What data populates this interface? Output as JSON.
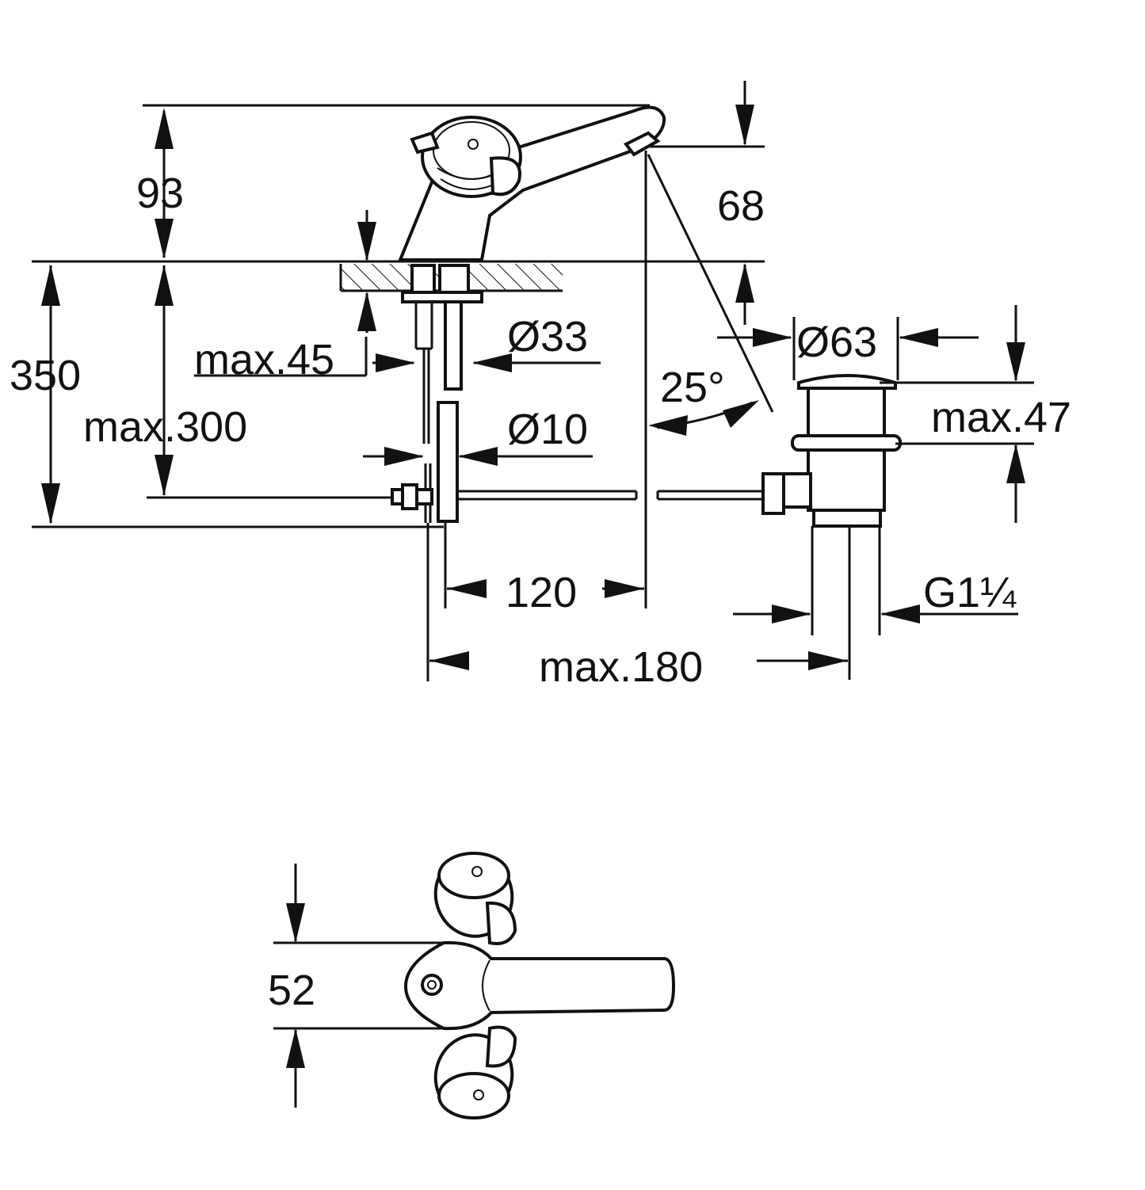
{
  "side_view": {
    "dim_spout_height": "93",
    "dim_spout_reach_height": "68",
    "dim_total_depth": "350",
    "dim_max_depth": "max.300",
    "dim_max_thickness": "max.45",
    "dim_hose_diameter": "Ø33",
    "dim_rod_diameter": "Ø10",
    "dim_angle": "25°",
    "dim_waste_diameter": "Ø63",
    "dim_waste_height": "max.47",
    "dim_spacing": "120",
    "dim_max_spacing": "max.180",
    "dim_thread": "G1¼"
  },
  "top_view": {
    "dim_width": "52"
  }
}
